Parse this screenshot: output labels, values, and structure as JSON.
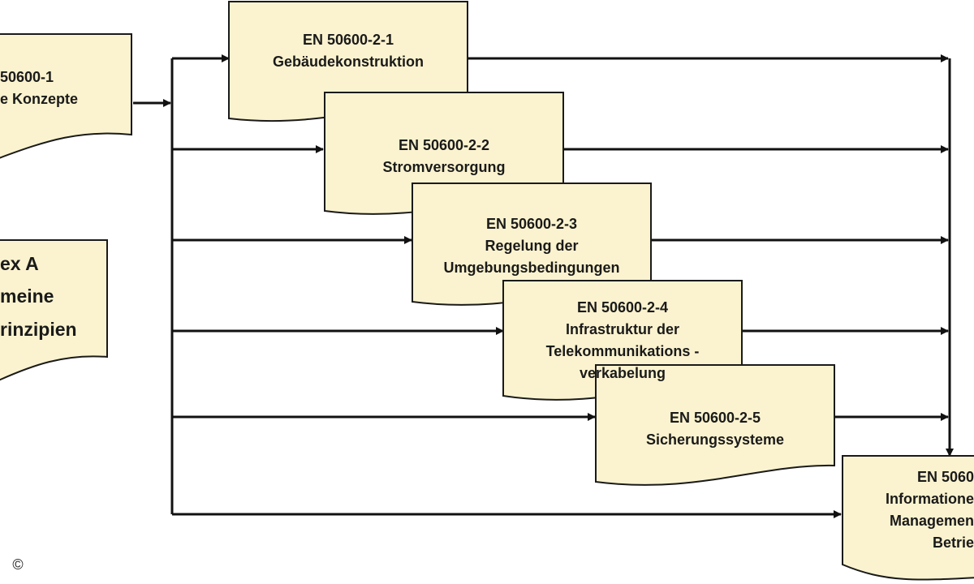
{
  "diagram": {
    "copyright": "©",
    "boxes": {
      "en1": [
        "50600-1",
        "e Konzepte"
      ],
      "annex": [
        "ex A",
        "meine",
        "rinzipien"
      ],
      "en21": [
        "EN 50600-2-1",
        "Gebäudekonstruktion"
      ],
      "en22": [
        "EN 50600-2-2",
        "Stromversorgung"
      ],
      "en23": [
        "EN 50600-2-3",
        "Regelung der",
        "Umgebungsbedingungen"
      ],
      "en24": [
        "EN 50600-2-4",
        "Infrastruktur der",
        "Telekommunikations -",
        "verkabelung"
      ],
      "en25": [
        "EN 50600-2-5",
        "Sicherungssysteme"
      ],
      "en3": [
        "EN 5060",
        "Informatione",
        "Managemen",
        "Betrie"
      ]
    }
  }
}
